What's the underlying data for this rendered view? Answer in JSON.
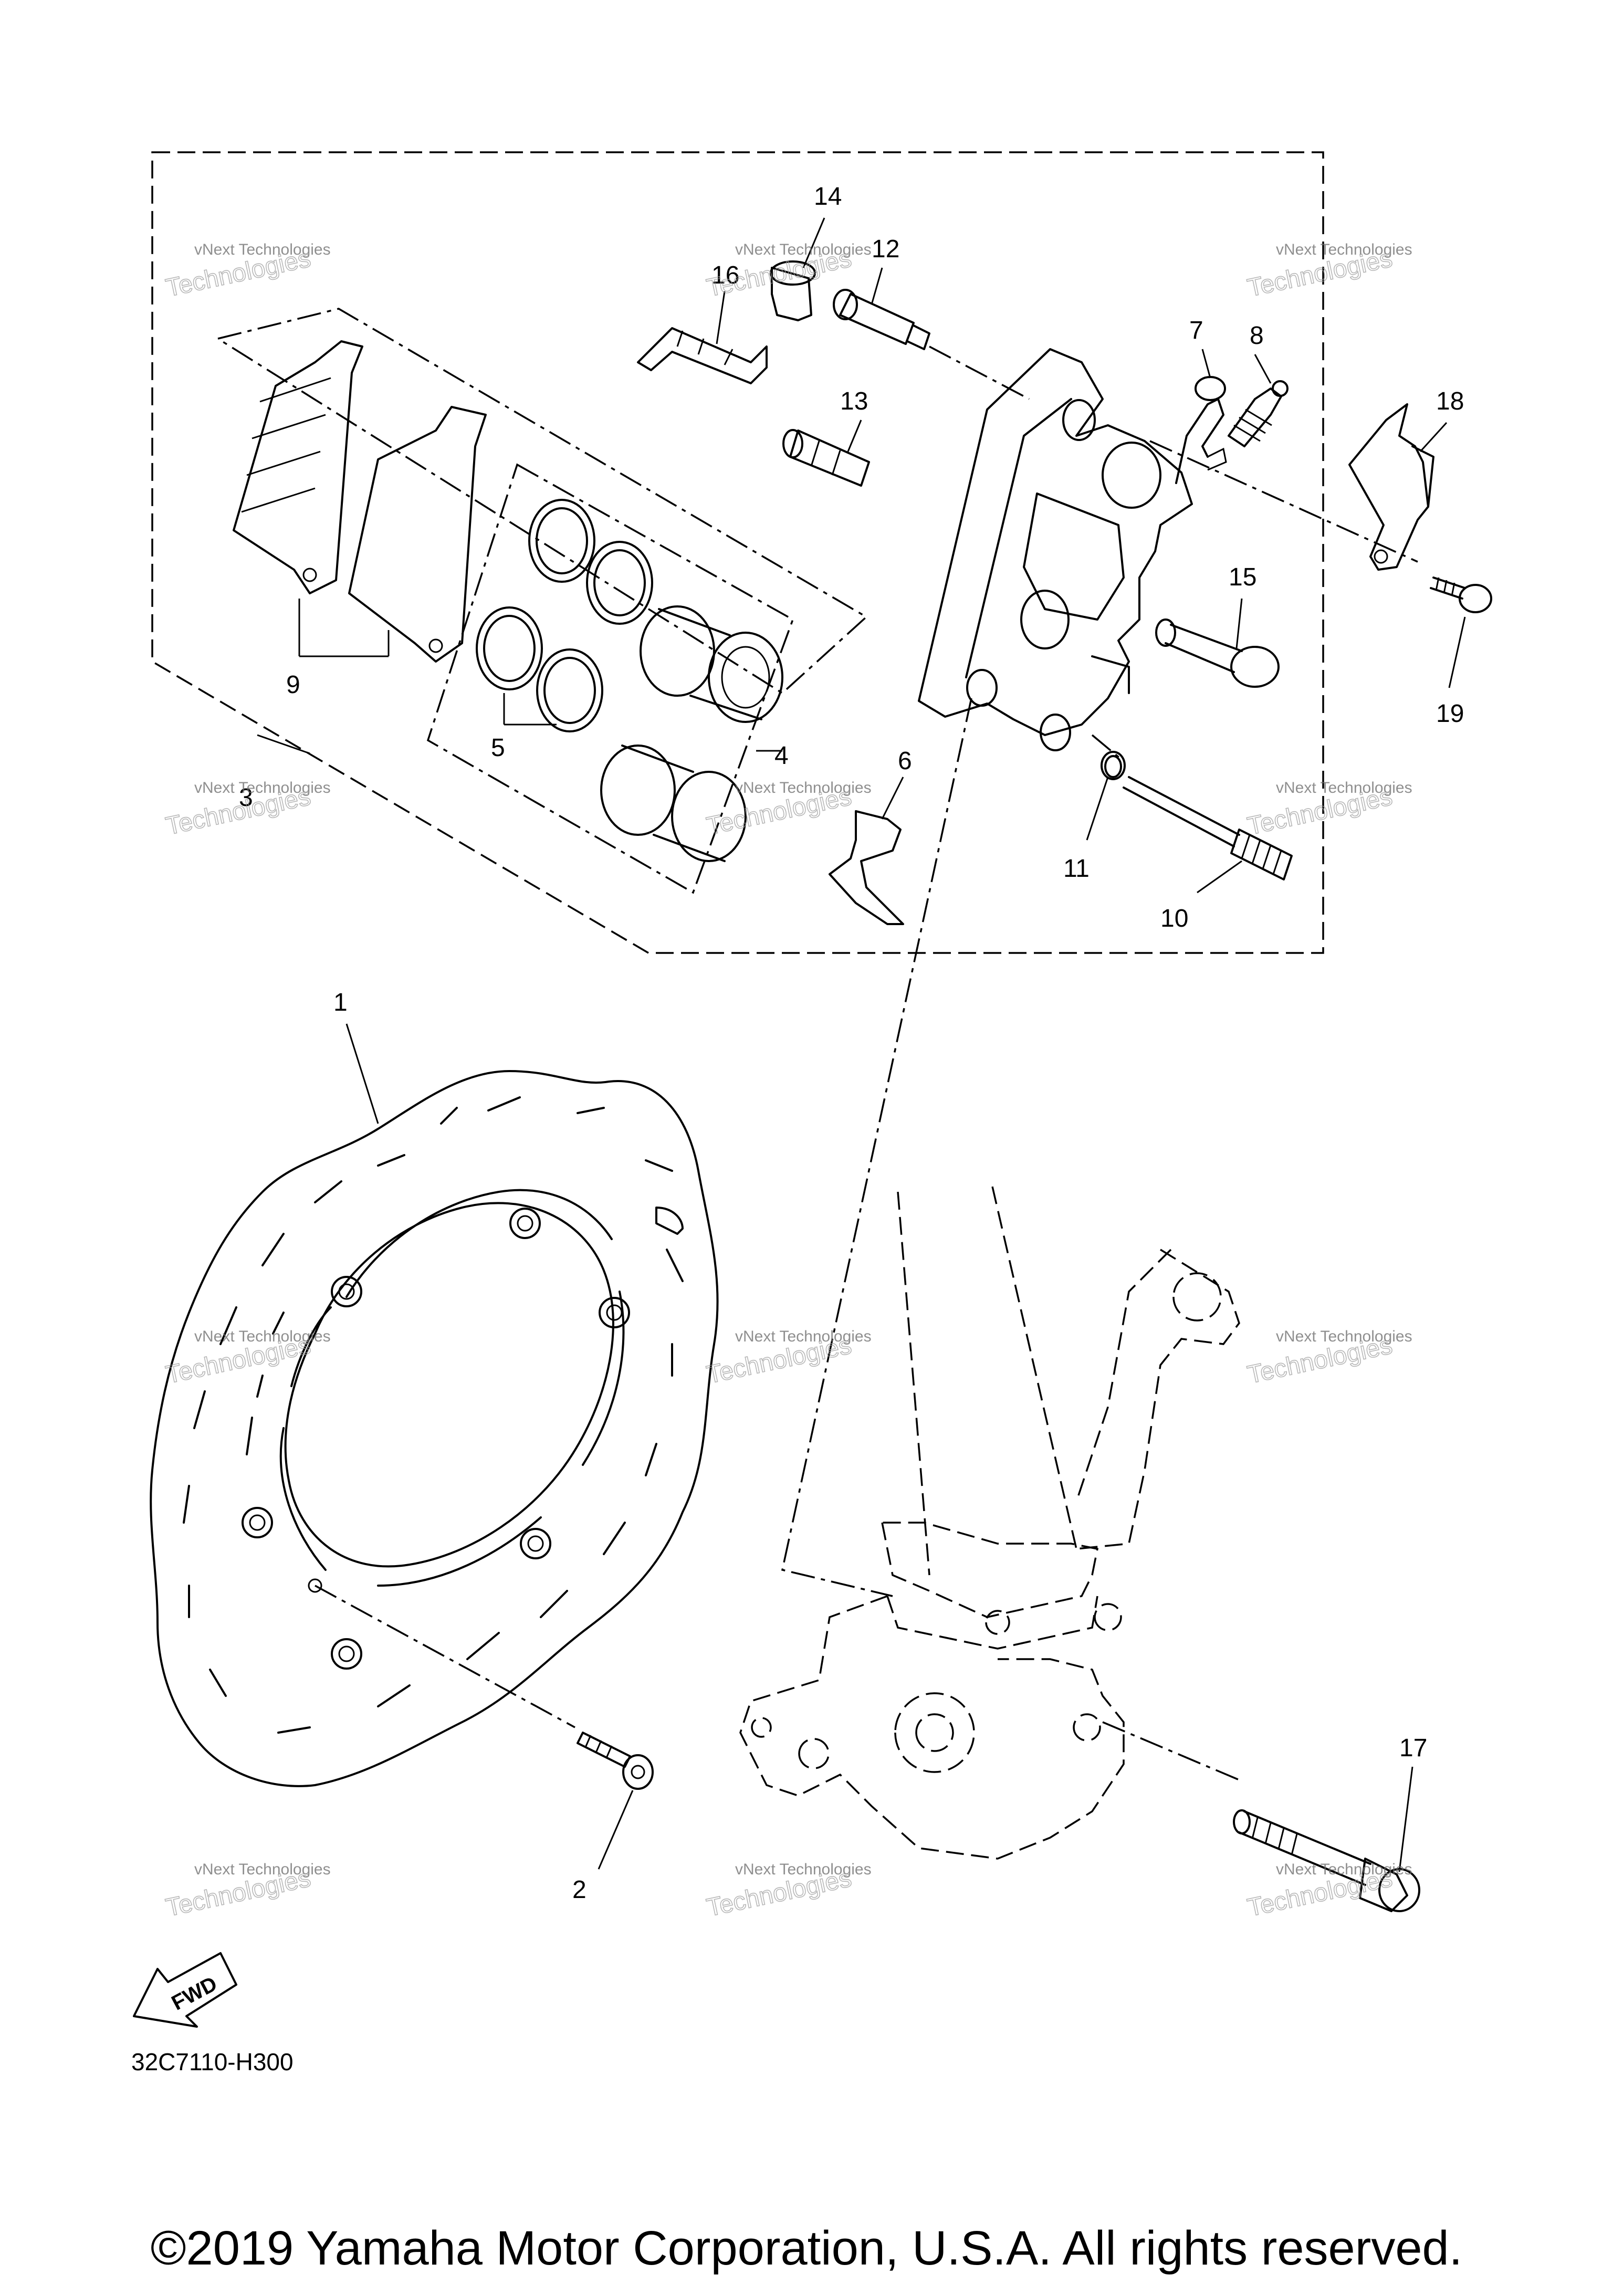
{
  "diagram": {
    "code": "32C7110-H300",
    "copyright": "©2019 Yamaha Motor Corporation, U.S.A. All rights reserved.",
    "fwd_label": "FWD",
    "watermark": {
      "line1": "vNext Technologies",
      "line2": "Technologies"
    },
    "callouts": [
      "1",
      "2",
      "3",
      "4",
      "5",
      "6",
      "7",
      "8",
      "9",
      "10",
      "11",
      "12",
      "13",
      "14",
      "15",
      "16",
      "17",
      "18",
      "19"
    ]
  }
}
